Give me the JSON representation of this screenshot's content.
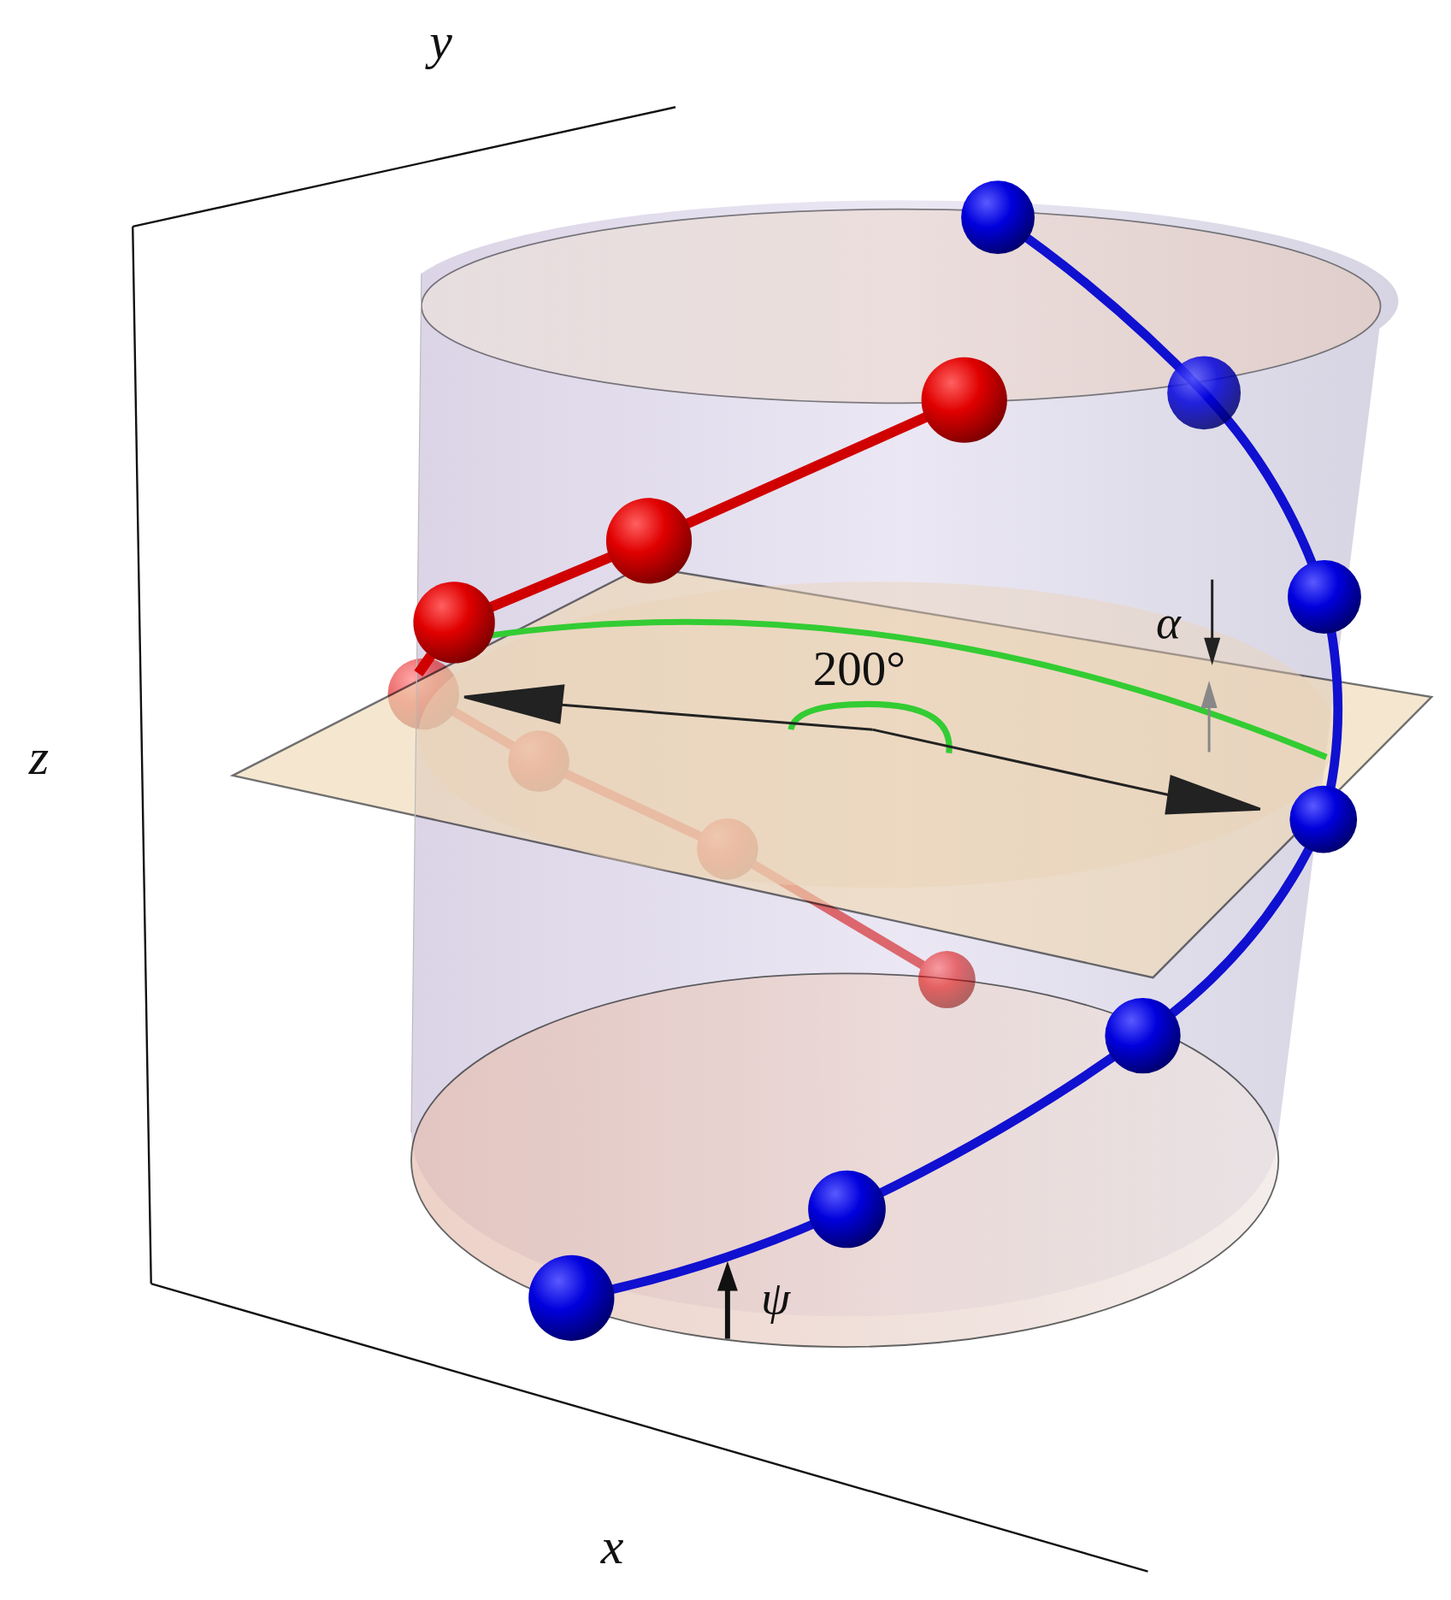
{
  "diagram": {
    "labels": [
      "y",
      "z",
      "x",
      "200°",
      "α",
      "ψ"
    ]
  }
}
